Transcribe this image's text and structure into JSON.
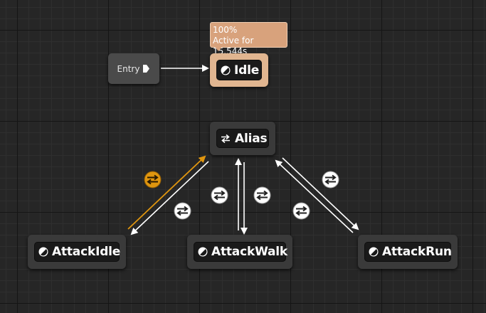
{
  "entry": {
    "label": "Entry"
  },
  "idle_state": {
    "label": "Idle",
    "tooltip_weight": "100%",
    "tooltip_active": "Active for 15.544s",
    "accent_color": "#e0b590"
  },
  "alias_state": {
    "label": "Alias"
  },
  "states": [
    {
      "label": "AttackIdle"
    },
    {
      "label": "AttackWalk"
    },
    {
      "label": "AttackRun"
    }
  ],
  "transitions": [
    {
      "from": "AttackIdle",
      "to": "Alias",
      "active": true,
      "color": "#e0960f"
    },
    {
      "from": "Alias",
      "to": "AttackIdle",
      "active": false,
      "color": "#ffffff"
    },
    {
      "from": "AttackWalk",
      "to": "Alias",
      "active": false,
      "color": "#ffffff"
    },
    {
      "from": "Alias",
      "to": "AttackWalk",
      "active": false,
      "color": "#ffffff"
    },
    {
      "from": "AttackRun",
      "to": "Alias",
      "active": false,
      "color": "#ffffff"
    },
    {
      "from": "Alias",
      "to": "AttackRun",
      "active": false,
      "color": "#ffffff"
    }
  ],
  "icons": {
    "state": "state-half-circle-icon",
    "alias": "alias-arrows-icon",
    "transition": "transition-rule-icon",
    "entry": "entry-pin-icon"
  },
  "colors": {
    "background": "#262626",
    "node": "#3a3a3a",
    "active_node": "#e0b590",
    "active_transition": "#e0960f",
    "wire": "#ffffff"
  }
}
